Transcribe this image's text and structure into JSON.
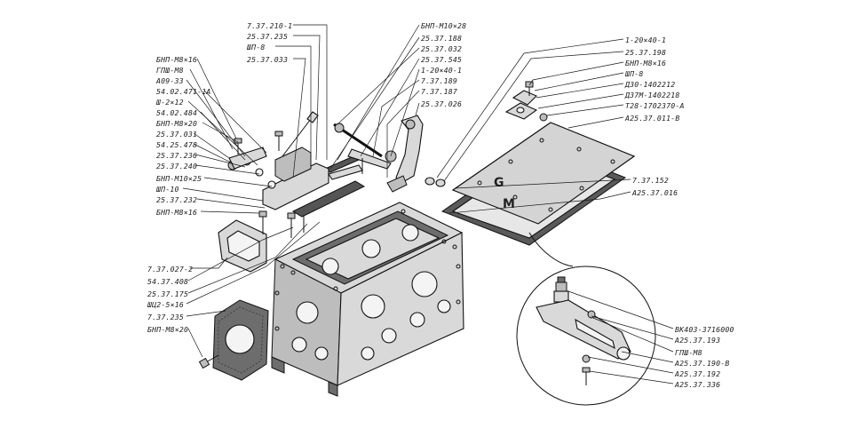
{
  "diagram": {
    "labels_left": [
      "БНП-М8×16",
      "ГПШ-М8",
      "А09-33",
      "54.02.471-1А",
      "Ш-2×12",
      "54.02.484",
      "БНП-М8×20",
      "25.37.031",
      "54.25.478",
      "25.37.236",
      "25.37.240",
      "БНП-М10×25",
      "ШП-10",
      "25.37.232",
      "БНП-М8×16"
    ],
    "labels_top_middle": [
      "7.37.210-1",
      "25.37.235",
      "ШП-8",
      "25.37.033"
    ],
    "labels_top_center": [
      "БНП-М10×28",
      "25.37.188",
      "25.37.032",
      "25.37.545",
      "1-20×40-1",
      "7.37.189",
      "7.37.187",
      "25.37.026"
    ],
    "labels_right": [
      "1-20×40-1",
      "25.37.198",
      "БНП-М8×16",
      "ШП-8",
      "Д30-1402212",
      "Д37М-1402218",
      "Т28-1702370-А",
      "А25.37.011-В"
    ],
    "labels_right_mid": [
      "7.37.152",
      "А25.37.016"
    ],
    "labels_bottom_left": [
      "7.37.027-2",
      "54.37.408",
      "25.37.175",
      "ШЦ2-5×16",
      "7.37.235",
      "БНП-М8×20"
    ],
    "labels_detail": [
      "ВК403-3716000",
      "А25.37.193",
      "ГПШ-М8",
      "А25.37.190-В",
      "А25.37.192",
      "А25.37.336"
    ],
    "cover_letters": [
      "G",
      "M"
    ],
    "colors": {
      "ink": "#111111",
      "background": "#ffffff"
    }
  }
}
